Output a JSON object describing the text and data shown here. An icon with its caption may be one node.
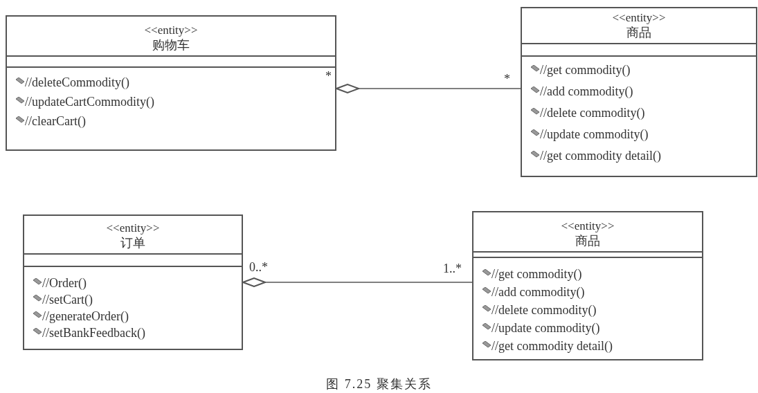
{
  "diagram": {
    "caption": "图 7.25 聚集关系",
    "nodes": [
      {
        "text": [
          "<<entity>>",
          "购物车",
          "//deleteCommodity()",
          "//updateCartCommodity()",
          "//clearCart()"
        ]
      },
      {
        "text": [
          "<<entity>>",
          "商品",
          "//get commodity()",
          "//add commodity()",
          "//delete commodity()",
          "//update commodity()",
          "//get commodity detail()"
        ]
      },
      {
        "text": [
          "<<entity>>",
          "订单",
          "//Order()",
          "//setCart()",
          "//generateOrder()",
          "//setBankFeedback()"
        ]
      },
      {
        "text": [
          "<<entity>>",
          "商品",
          "//get commodity()",
          "//add commodity()",
          "//delete commodity()",
          "//update commodity()",
          "//get commodity detail()"
        ]
      }
    ],
    "edges": [
      {
        "from": 0,
        "to": 1,
        "arrow": "other"
      },
      {
        "from": 2,
        "to": 3,
        "arrow": "other"
      }
    ],
    "labels": [
      "*",
      "*",
      "0..*",
      "1..*"
    ]
  }
}
